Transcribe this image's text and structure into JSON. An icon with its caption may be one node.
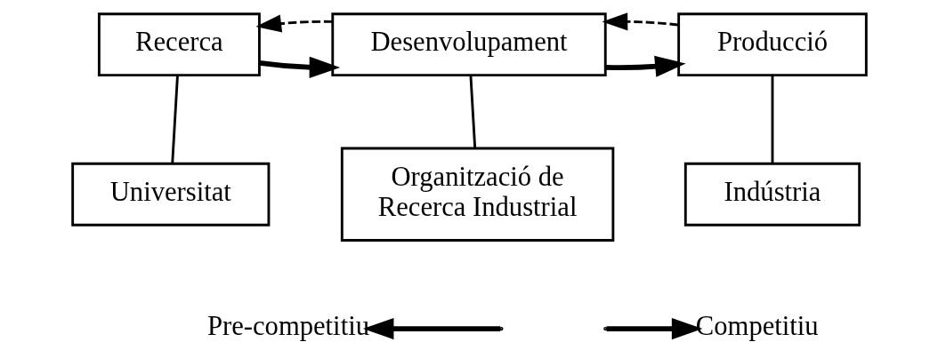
{
  "diagram": {
    "nodes": [
      {
        "text": [
          "Recerca"
        ]
      },
      {
        "text": [
          "Desenvolupament"
        ]
      },
      {
        "text": [
          "Producció"
        ]
      },
      {
        "text": [
          "Universitat"
        ]
      },
      {
        "text": [
          "Organització de Recerca Industrial"
        ]
      },
      {
        "text": [
          "Indústria"
        ]
      },
      {
        "text": [
          "Pre-competitiu"
        ]
      },
      {
        "text": [
          "Competitiu"
        ]
      }
    ],
    "edges": [
      {
        "from": 0,
        "to": 1,
        "arrow": "to",
        "style": "thick"
      },
      {
        "from": 1,
        "to": 0,
        "arrow": "to",
        "style": "dashed"
      },
      {
        "from": 1,
        "to": 2,
        "arrow": "to",
        "style": "thick"
      },
      {
        "from": 2,
        "to": 1,
        "arrow": "to",
        "style": "dashed"
      },
      {
        "from": 0,
        "to": 3,
        "arrow": "none"
      },
      {
        "from": 1,
        "to": 4,
        "arrow": "none"
      },
      {
        "from": 2,
        "to": 5,
        "arrow": "none"
      },
      {
        "from": null,
        "to": 6,
        "arrow": "to",
        "style": "thick"
      },
      {
        "from": null,
        "to": 7,
        "arrow": "to",
        "style": "thick"
      }
    ]
  }
}
